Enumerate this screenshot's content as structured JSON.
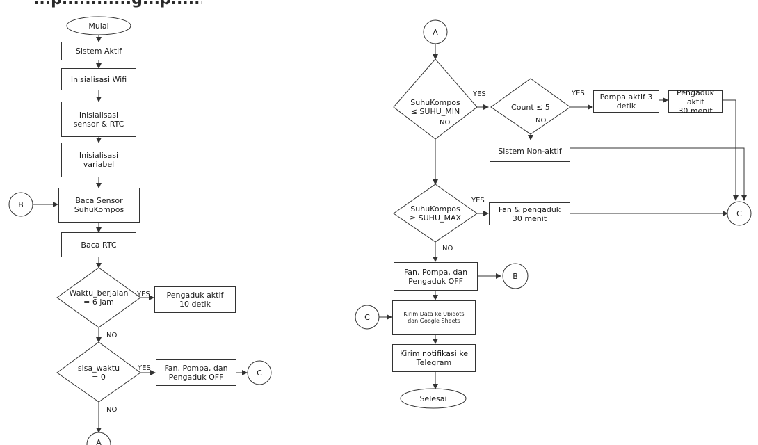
{
  "nodes": {
    "mulai": "Mulai",
    "sistem_aktif": "Sistem Aktif",
    "init_wifi": "Inisialisasi Wifi",
    "init_sensor": "Inisialisasi\nsensor & RTC",
    "init_variabel": "Inisialisasi\nvariabel",
    "baca_sensor": "Baca Sensor\nSuhuKompos",
    "baca_rtc": "Baca RTC",
    "d_waktu": "Waktu_berjalan\n=  6 jam",
    "pengaduk_10": "Pengaduk aktif\n10 detik",
    "d_sisa": "sisa_waktu\n= 0",
    "fan_off_left": "Fan, Pompa, dan\nPengaduk OFF",
    "d_suhu_min": "SuhuKompos\n≤ SUHU_MIN",
    "d_count": "Count ≤ 5",
    "pompa_3": "Pompa aktif 3\ndetik",
    "pengaduk_30": "Pengaduk aktif\n30 menit",
    "non_aktif": "Sistem Non-aktif",
    "d_suhu_max": "SuhuKompos\n≥ SUHU_MAX",
    "fan_pengaduk": "Fan & pengaduk\n30 menit",
    "fan_off_right": "Fan, Pompa, dan\nPengaduk OFF",
    "kirim_data": "Kirim Data ke Ubidots\ndan Google Sheets",
    "kirim_notif": "Kirim notifikasi ke\nTelegram",
    "selesai": "Selesai"
  },
  "connectors": {
    "a": "A",
    "b": "B",
    "c": "C"
  },
  "labels": {
    "yes": "YES",
    "no": "NO"
  },
  "title_fragment": "...p............g...p........."
}
